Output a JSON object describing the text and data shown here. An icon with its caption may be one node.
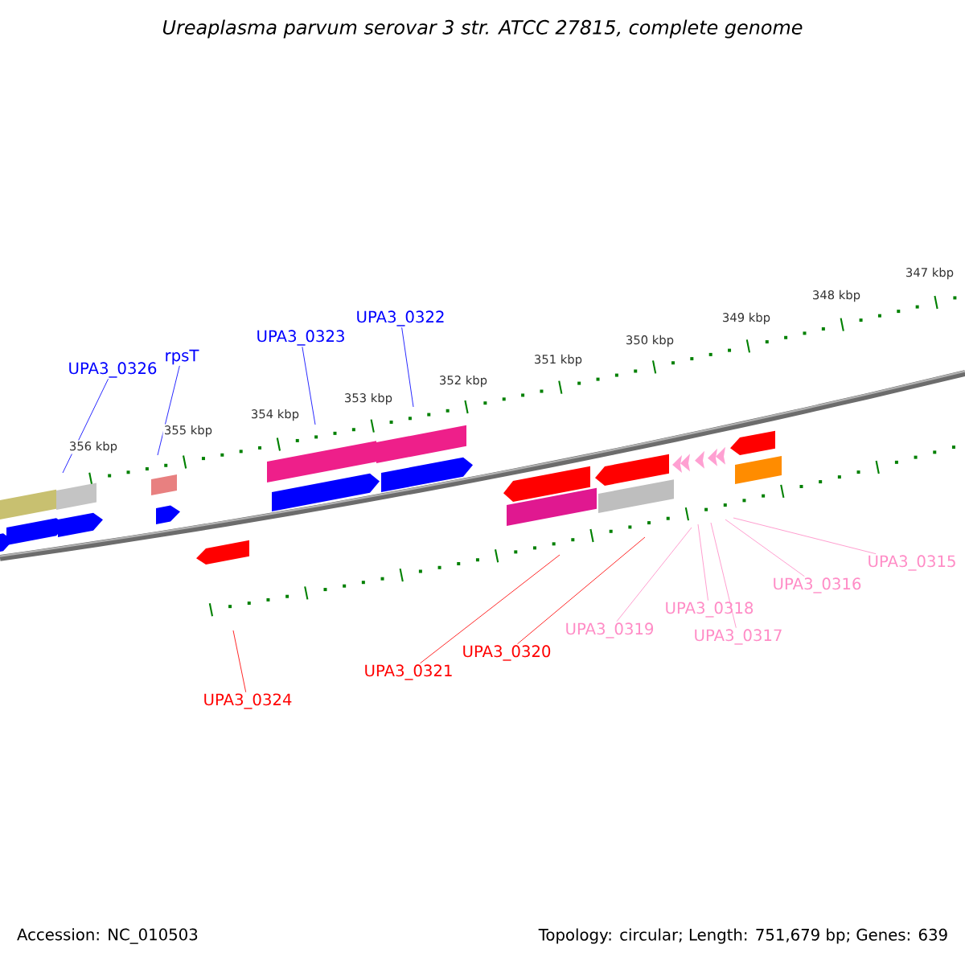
{
  "diagram": {
    "title": "Ureaplasma parvum serovar 3 str. ATCC 27815, complete genome",
    "nodes": [
      {
        "text": [
          "UPA3_0326"
        ]
      },
      {
        "text": [
          "rpsT"
        ]
      },
      {
        "text": [
          "UPA3_0323"
        ]
      },
      {
        "text": [
          "UPA3_0322"
        ]
      },
      {
        "text": [
          "UPA3_0324"
        ]
      },
      {
        "text": [
          "UPA3_0321"
        ]
      },
      {
        "text": [
          "UPA3_0320"
        ]
      },
      {
        "text": [
          "UPA3_0319"
        ]
      },
      {
        "text": [
          "UPA3_0318"
        ]
      },
      {
        "text": [
          "UPA3_0317"
        ]
      },
      {
        "text": [
          "UPA3_0316"
        ]
      },
      {
        "text": [
          "UPA3_0315"
        ]
      }
    ],
    "edges": [
      {
        "from": 0,
        "to": null,
        "arrow": "none",
        "color": "#0000ff"
      },
      {
        "from": 1,
        "to": null,
        "arrow": "none",
        "color": "#0000ff"
      },
      {
        "from": 2,
        "to": null,
        "arrow": "none",
        "color": "#0000ff"
      },
      {
        "from": 3,
        "to": null,
        "arrow": "none",
        "color": "#0000ff"
      },
      {
        "from": 4,
        "to": null,
        "arrow": "none",
        "color": "#ff0000"
      },
      {
        "from": 5,
        "to": null,
        "arrow": "none",
        "color": "#ff0000"
      },
      {
        "from": 6,
        "to": null,
        "arrow": "none",
        "color": "#ff0000"
      },
      {
        "from": 7,
        "to": null,
        "arrow": "none"
      },
      {
        "from": 8,
        "to": null,
        "arrow": "none"
      },
      {
        "from": 9,
        "to": null,
        "arrow": "none"
      },
      {
        "from": 10,
        "to": null,
        "arrow": "none"
      },
      {
        "from": 11,
        "to": null,
        "arrow": "none"
      }
    ],
    "labels": [
      "347 kbp",
      "348 kbp",
      "349 kbp",
      "350 kbp",
      "351 kbp",
      "352 kbp",
      "353 kbp",
      "354 kbp",
      "355 kbp",
      "356 kbp",
      "Accession: NC_010503",
      "Topology: circular; Length: 751,679 bp; Genes: 639"
    ]
  }
}
